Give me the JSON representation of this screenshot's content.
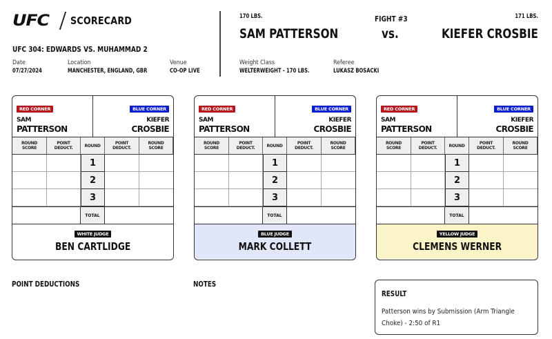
{
  "header": {
    "logo": "UFC",
    "title": "SCORECARD",
    "event": "UFC 304: EDWARDS VS. MUHAMMAD 2",
    "date_label": "Date",
    "date": "07/27/2024",
    "location_label": "Location",
    "location": "MANCHESTER, ENGLAND, GBR",
    "venue_label": "Venue",
    "venue": "CO-OP LIVE"
  },
  "fight": {
    "number": "FIGHT #3",
    "vs": "vs.",
    "red": {
      "weight": "170 LBS.",
      "name": "SAM PATTERSON",
      "first": "SAM",
      "last": "PATTERSON"
    },
    "blue": {
      "weight": "171 LBS.",
      "name": "KIEFER CROSBIE",
      "first": "KIEFER",
      "last": "CROSBIE"
    },
    "weight_class_label": "Weight Class",
    "weight_class": "WELTERWEIGHT - 170 LBS.",
    "referee_label": "Referee",
    "referee": "LUKASZ BOSACKI"
  },
  "scorecard_labels": {
    "red_corner": "RED CORNER",
    "blue_corner": "BLUE CORNER",
    "round_score": "ROUND SCORE",
    "point_deduct": "POINT DEDUCT.",
    "round": "ROUND",
    "total": "TOTAL",
    "rounds": [
      "1",
      "2",
      "3"
    ]
  },
  "judges": [
    {
      "tag": "WHITE JUDGE",
      "name": "BEN CARTLIDGE",
      "bg": "#ffffff"
    },
    {
      "tag": "BLUE JUDGE",
      "name": "MARK COLLETT",
      "bg": "#e1e6f8"
    },
    {
      "tag": "YELLOW JUDGE",
      "name": "CLEMENS WERNER",
      "bg": "#faf4c8"
    }
  ],
  "sections": {
    "point_deductions": "POINT DEDUCTIONS",
    "notes": "NOTES",
    "result_title": "RESULT",
    "result_text": "Patterson wins by Submission (Arm Triangle Choke) - 2:50 of R1"
  },
  "colors": {
    "red_corner": "#b3161c",
    "blue_corner": "#0a1ed0",
    "header_cell": "#efefef"
  }
}
